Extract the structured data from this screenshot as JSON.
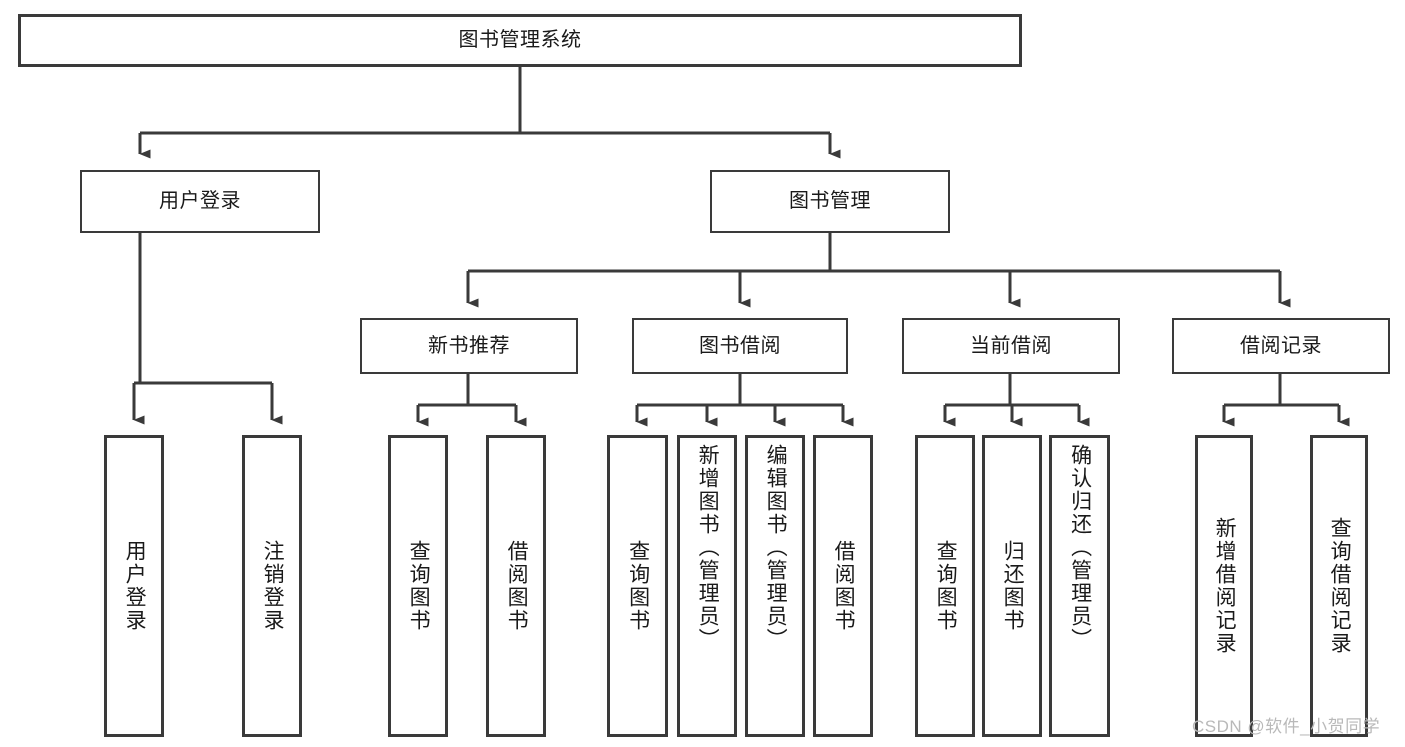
{
  "diagram": {
    "title": "图书管理系统",
    "type": "hierarchy-tree",
    "watermark": "CSDN @软件_小贺同学",
    "colors": {
      "background": "#ffffff",
      "stroke": "#3a3a3a",
      "text": "#1a1a1a",
      "watermark": "#b9b9b9"
    },
    "nodes": {
      "root": {
        "label": "图书管理系统",
        "level": 1
      },
      "level2": [
        {
          "id": "user-login",
          "label": "用户登录"
        },
        {
          "id": "book-management",
          "label": "图书管理"
        }
      ],
      "level3": [
        {
          "id": "new-book-recommend",
          "label": "新书推荐",
          "parent": "book-management"
        },
        {
          "id": "book-borrow",
          "label": "图书借阅",
          "parent": "book-management"
        },
        {
          "id": "current-borrow",
          "label": "当前借阅",
          "parent": "book-management"
        },
        {
          "id": "borrow-record",
          "label": "借阅记录",
          "parent": "book-management"
        }
      ],
      "leaves": [
        {
          "id": "leaf-user-login",
          "label": "用户登录",
          "parent": "user-login"
        },
        {
          "id": "leaf-logout",
          "label": "注销登录",
          "parent": "user-login"
        },
        {
          "id": "leaf-query-book-1",
          "label": "查询图书",
          "parent": "new-book-recommend"
        },
        {
          "id": "leaf-borrow-book-1",
          "label": "借阅图书",
          "parent": "new-book-recommend"
        },
        {
          "id": "leaf-query-book-2",
          "label": "查询图书",
          "parent": "book-borrow"
        },
        {
          "id": "leaf-add-book",
          "label": "新增图书（管理员）",
          "parent": "book-borrow"
        },
        {
          "id": "leaf-edit-book",
          "label": "编辑图书（管理员）",
          "parent": "book-borrow"
        },
        {
          "id": "leaf-borrow-book-2",
          "label": "借阅图书",
          "parent": "book-borrow"
        },
        {
          "id": "leaf-query-book-3",
          "label": "查询图书",
          "parent": "current-borrow"
        },
        {
          "id": "leaf-return-book",
          "label": "归还图书",
          "parent": "current-borrow"
        },
        {
          "id": "leaf-confirm-return",
          "label": "确认归还（管理员）",
          "parent": "current-borrow"
        },
        {
          "id": "leaf-add-record",
          "label": "新增借阅记录",
          "parent": "borrow-record"
        },
        {
          "id": "leaf-query-record",
          "label": "查询借阅记录",
          "parent": "borrow-record"
        }
      ]
    }
  }
}
